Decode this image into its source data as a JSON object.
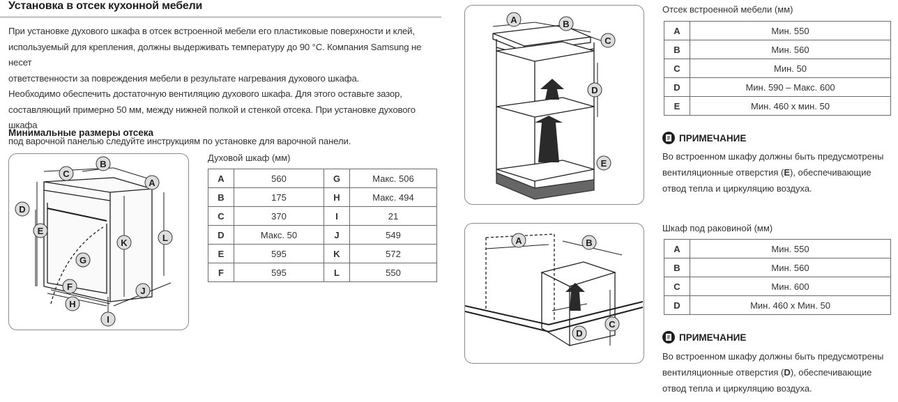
{
  "header": {
    "title": "Установка в отсек кухонной мебели"
  },
  "intro": {
    "line1": "При установке духового шкафа в отсек встроенной мебели его пластиковые поверхности и клей,",
    "line2": "используемый для крепления, должны выдерживать температуру до 90 °C. Компания Samsung не несет",
    "line3": "ответственности за повреждения мебели в результате нагревания духового шкафа.",
    "line4": "Необходимо обеспечить достаточную вентиляцию духового шкафа. Для этого оставьте зазор,",
    "line5": "составляющий примерно 50 мм, между нижней полкой и стенкой отсека. При установке духового шкафа",
    "line6": "под варочной панелью следуйте инструкциям по установке для варочной панели."
  },
  "min_dims": {
    "title": "Минимальные размеры отсека"
  },
  "oven": {
    "caption": "Духовой шкаф (мм)",
    "rows": [
      {
        "k1": "A",
        "v1": "560",
        "k2": "G",
        "v2": "Макс. 506"
      },
      {
        "k1": "B",
        "v1": "175",
        "k2": "H",
        "v2": "Макс. 494"
      },
      {
        "k1": "C",
        "v1": "370",
        "k2": "I",
        "v2": "21"
      },
      {
        "k1": "D",
        "v1": "Макс. 50",
        "k2": "J",
        "v2": "549"
      },
      {
        "k1": "E",
        "v1": "595",
        "k2": "K",
        "v2": "572"
      },
      {
        "k1": "F",
        "v1": "595",
        "k2": "L",
        "v2": "550"
      }
    ],
    "diagram_labels": [
      "A",
      "B",
      "C",
      "D",
      "E",
      "F",
      "G",
      "H",
      "I",
      "J",
      "K",
      "L"
    ]
  },
  "builtin": {
    "caption": "Отсек встроенной мебели (мм)",
    "rows": [
      {
        "k": "A",
        "v": "Мин. 550"
      },
      {
        "k": "B",
        "v": "Мин. 560"
      },
      {
        "k": "C",
        "v": "Мин. 50"
      },
      {
        "k": "D",
        "v": "Мин. 590 – Макс. 600"
      },
      {
        "k": "E",
        "v": "Мин. 460 х мин. 50"
      }
    ],
    "diagram_labels": [
      "A",
      "B",
      "C",
      "D",
      "E"
    ],
    "note_title": "ПРИМЕЧАНИЕ",
    "note_pre": "Во встроенном шкафу должны быть предусмотрены вентиляционные отверстия (",
    "note_key": "E",
    "note_post": "), обеспечивающие отвод тепла и циркуляцию воздуха."
  },
  "sink": {
    "caption": "Шкаф под раковиной (мм)",
    "rows": [
      {
        "k": "A",
        "v": "Мин. 550"
      },
      {
        "k": "B",
        "v": "Мин. 560"
      },
      {
        "k": "C",
        "v": "Мин. 600"
      },
      {
        "k": "D",
        "v": "Мин. 460 х Мин. 50"
      }
    ],
    "diagram_labels": [
      "A",
      "B",
      "C",
      "D"
    ],
    "note_title": "ПРИМЕЧАНИЕ",
    "note_pre": "Во встроенном шкафу должны быть предусмотрены вентиляционные отверстия (",
    "note_key": "D",
    "note_post": "), обеспечивающие отвод тепла и циркуляцию воздуха."
  }
}
